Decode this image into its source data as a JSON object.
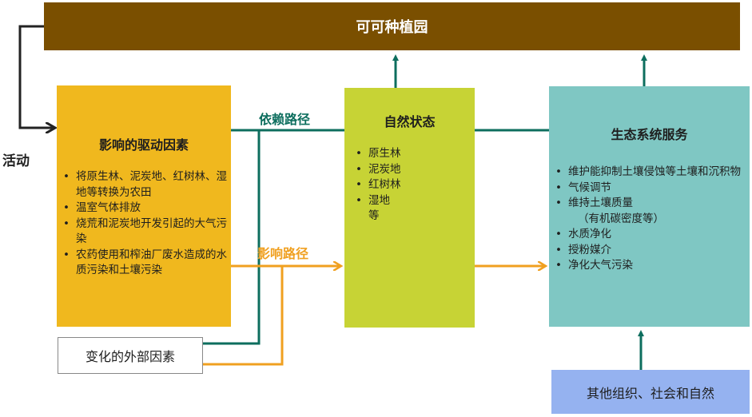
{
  "banner": {
    "title": "可可种植园"
  },
  "activity_label": "活动",
  "dependency_pathway_label": "依赖路径",
  "impact_pathway_label": "影响路径",
  "drivers": {
    "title": "影响的驱动因素",
    "items": [
      "将原生林、泥炭地、红树林、湿地等转换为农田",
      "温室气体排放",
      "烧荒和泥炭地开发引起的大气污染",
      "农药使用和榨油厂废水造成的水质污染和土壤污染"
    ]
  },
  "natural_state": {
    "title": "自然状态",
    "items": [
      "原生林",
      "泥炭地",
      "红树林",
      "湿地\n等"
    ]
  },
  "ecosystem_services": {
    "title": "生态系统服务",
    "items": [
      "维护能抑制土壤侵蚀等土壤和沉积物",
      "气候调节",
      "维持土壤质量",
      "水质净化",
      "授粉媒介",
      "净化大气污染"
    ],
    "soil_quality_note": "（有机碳密度等）"
  },
  "external_factors": {
    "label": "变化的外部因素"
  },
  "others": {
    "label": "其他组织、社会和自然"
  },
  "colors": {
    "banner": "#7a4f00",
    "drivers": "#f0b81e",
    "natural_state": "#c7d335",
    "ecosystem_services": "#7fc7c3",
    "others": "#95b2f0",
    "dependency_line": "#0d6e5e",
    "impact_line": "#f0a020",
    "activity_line": "#222222"
  }
}
